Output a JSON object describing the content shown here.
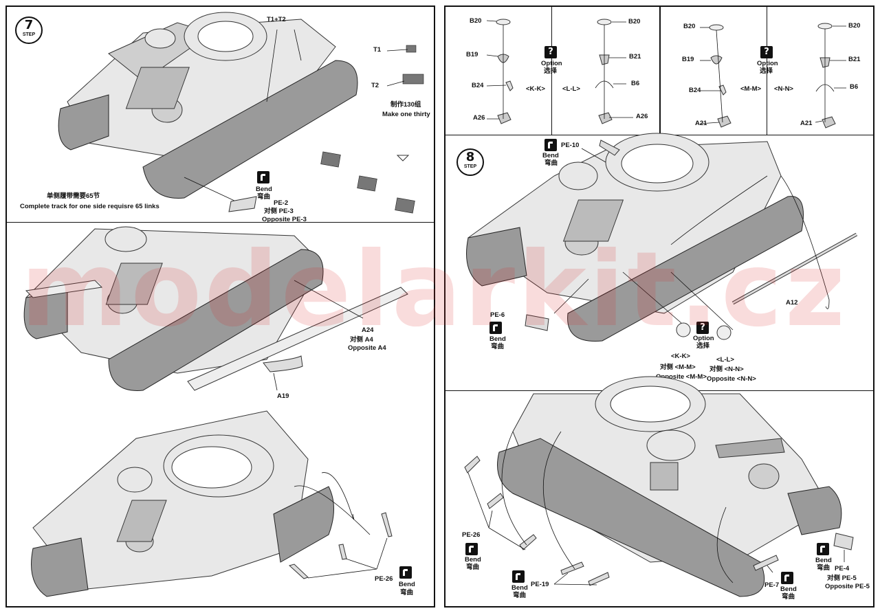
{
  "watermark": "modelarkit.cz",
  "step7": {
    "number": "7",
    "word": "STEP",
    "t1t2": "T1+T2",
    "t1": "T1",
    "t2": "T2",
    "make_cn": "制作130组",
    "make_en": "Make  one thirty",
    "track_cn": "单侧履带需要65节",
    "track_en": "Complete  track for one side requisre 65 links",
    "bend_en": "Bend",
    "bend_cn": "弯曲",
    "pe2": "PE-2",
    "pe3_cn": "对侧 PE-3",
    "pe3_en": "Opposite PE-3"
  },
  "panel_a24": {
    "a24": "A24",
    "a4_cn": "对侧 A4",
    "a4_en": "Opposite A4",
    "a19": "A19"
  },
  "panel_pe26_left": {
    "pe26": "PE-26",
    "bend_en": "Bend",
    "bend_cn": "弯曲"
  },
  "options": {
    "k": {
      "b20": "B20",
      "b19": "B19",
      "b24": "B24",
      "a26": "A26",
      "tag": "<K-K>"
    },
    "l": {
      "b20": "B20",
      "b21": "B21",
      "b6": "B6",
      "a26": "A26",
      "tag": "<L-L>"
    },
    "m": {
      "b20": "B20",
      "b19": "B19",
      "b24": "B24",
      "a21": "A21",
      "tag": "<M-M>"
    },
    "n": {
      "b20": "B20",
      "b21": "B21",
      "b6": "B6",
      "a21": "A21",
      "tag": "<N-N>"
    },
    "option_en": "Option",
    "option_cn": "选择"
  },
  "step8": {
    "number": "8",
    "word": "STEP",
    "pe10": "PE-10",
    "bend_en": "Bend",
    "bend_cn": "弯曲",
    "pe6": "PE-6",
    "a12": "A12",
    "kk": "<K-K>",
    "mm_cn": "对侧 <M-M>",
    "mm_en": "Opposite <M-M>",
    "ll": "<L-L>",
    "nn_cn": "对侧 <N-N>",
    "nn_en": "Opposite <N-N>",
    "option_en": "Option",
    "option_cn": "选择"
  },
  "panel_bottom_right": {
    "pe26": "PE-26",
    "pe19": "PE-19",
    "pe7": "PE-7",
    "pe4": "PE-4",
    "pe5_cn": "对侧 PE-5",
    "pe5_en": "Opposite PE-5",
    "bend_en": "Bend",
    "bend_cn": "弯曲"
  }
}
